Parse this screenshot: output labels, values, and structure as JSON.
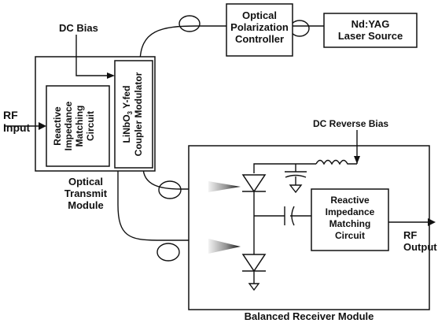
{
  "labels": {
    "dc_bias": "DC Bias",
    "polarization_l1": "Optical",
    "polarization_l2": "Polarization",
    "polarization_l3": "Controller",
    "laser_l1": "Nd:YAG",
    "laser_l2": "Laser Source",
    "matching_tx_l1": "Reactive",
    "matching_tx_l2": "Impedance",
    "matching_tx_l3": "Matching",
    "matching_tx_l4": "Circuit",
    "modulator_l1_pre": "LiNbO",
    "modulator_l1_sub": "3",
    "modulator_l1_post": " Y-fed",
    "modulator_l2": "Coupler Modulator",
    "rf_input_l1": "RF",
    "rf_input_l2": "Input",
    "transmit_l1": "Optical",
    "transmit_l2": "Transmit",
    "transmit_l3": "Module",
    "dc_reverse_bias": "DC Reverse Bias",
    "matching_rx_l1": "Reactive",
    "matching_rx_l2": "Impedance",
    "matching_rx_l3": "Matching",
    "matching_rx_l4": "Circuit",
    "rf_output_l1": "RF",
    "rf_output_l2": "Output",
    "receiver_module": "Balanced Receiver Module"
  }
}
